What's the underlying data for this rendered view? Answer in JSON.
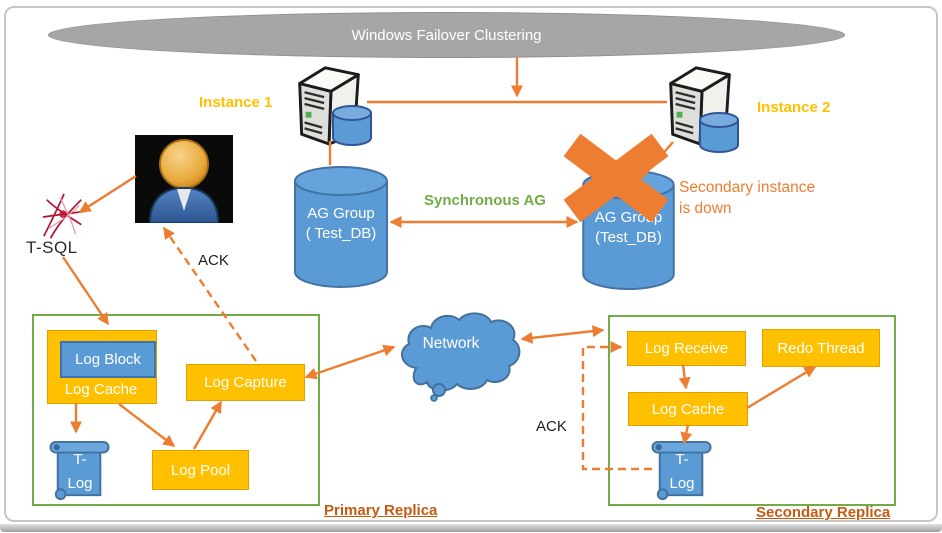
{
  "title": "Windows Failover Clustering",
  "instances": {
    "i1": "Instance 1",
    "i2": "Instance 2"
  },
  "ag_left": {
    "line1": "AG Group",
    "line2": "( Test_DB)"
  },
  "ag_right": {
    "line1": "AG Group",
    "line2": "(Test_DB)"
  },
  "labels": {
    "synchronous_ag": "Synchronous AG",
    "down1": "Secondary instance",
    "down2": "is down",
    "tsql": "T-SQL",
    "ack_left": "ACK",
    "ack_right": "ACK",
    "network": "Network",
    "primary_replica": "Primary Replica",
    "secondary_replica": "Secondary Replica"
  },
  "primary": {
    "log_block": "Log Block",
    "log_cache": "Log Cache",
    "log_capture": "Log Capture",
    "log_pool": "Log Pool",
    "tlog1": "T-",
    "tlog2": "Log"
  },
  "secondary": {
    "log_receive": "Log Receive",
    "redo_thread": "Redo Thread",
    "log_cache": "Log Cache",
    "tlog1": "T-",
    "tlog2": "Log"
  },
  "colors": {
    "arrow_orange": "#ED7D31",
    "shape_gold": "#FFC000",
    "shape_blue": "#5B9BD5",
    "replica_box_green": "#70AD47",
    "ellipse_gray": "#A6A6A6",
    "instance_label_gold": "#FFC000",
    "replica_label_brown": "#C55A11",
    "down_text_orange": "#ED7D31"
  }
}
